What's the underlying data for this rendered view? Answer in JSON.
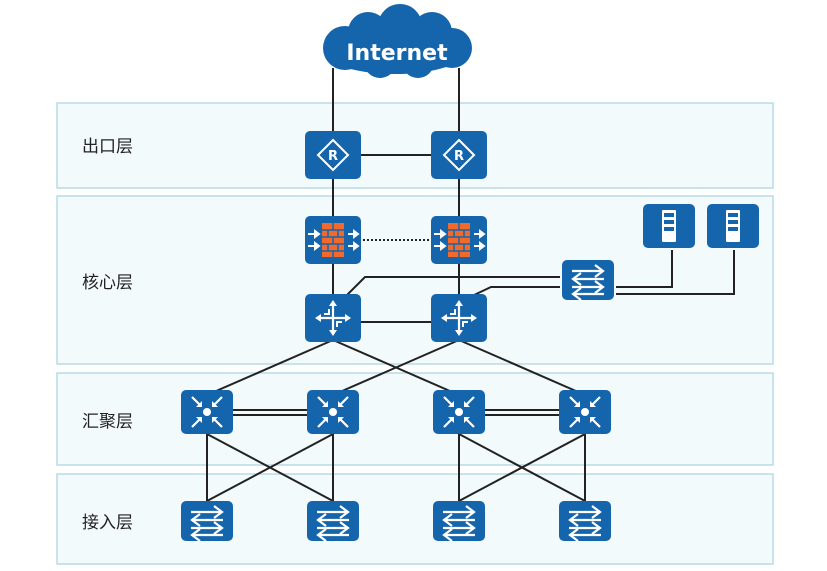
{
  "diagram": {
    "cloud_label": "Internet",
    "layers": [
      {
        "id": "egress",
        "label": "出口层"
      },
      {
        "id": "core",
        "label": "核心层"
      },
      {
        "id": "aggregation",
        "label": "汇聚层"
      },
      {
        "id": "access",
        "label": "接入层"
      }
    ],
    "devices": {
      "routers": 2,
      "firewalls": 2,
      "core_switches": 2,
      "servers": 2,
      "server_access_switches": 1,
      "aggregation_switches": 4,
      "access_switches": 4
    }
  },
  "colors": {
    "device_blue": "#1565ad",
    "layer_fill": "#f3fafc",
    "layer_border": "#b8dbe6",
    "firewall_brick": "#f26a2b",
    "link": "#222222",
    "label": "#222222"
  }
}
